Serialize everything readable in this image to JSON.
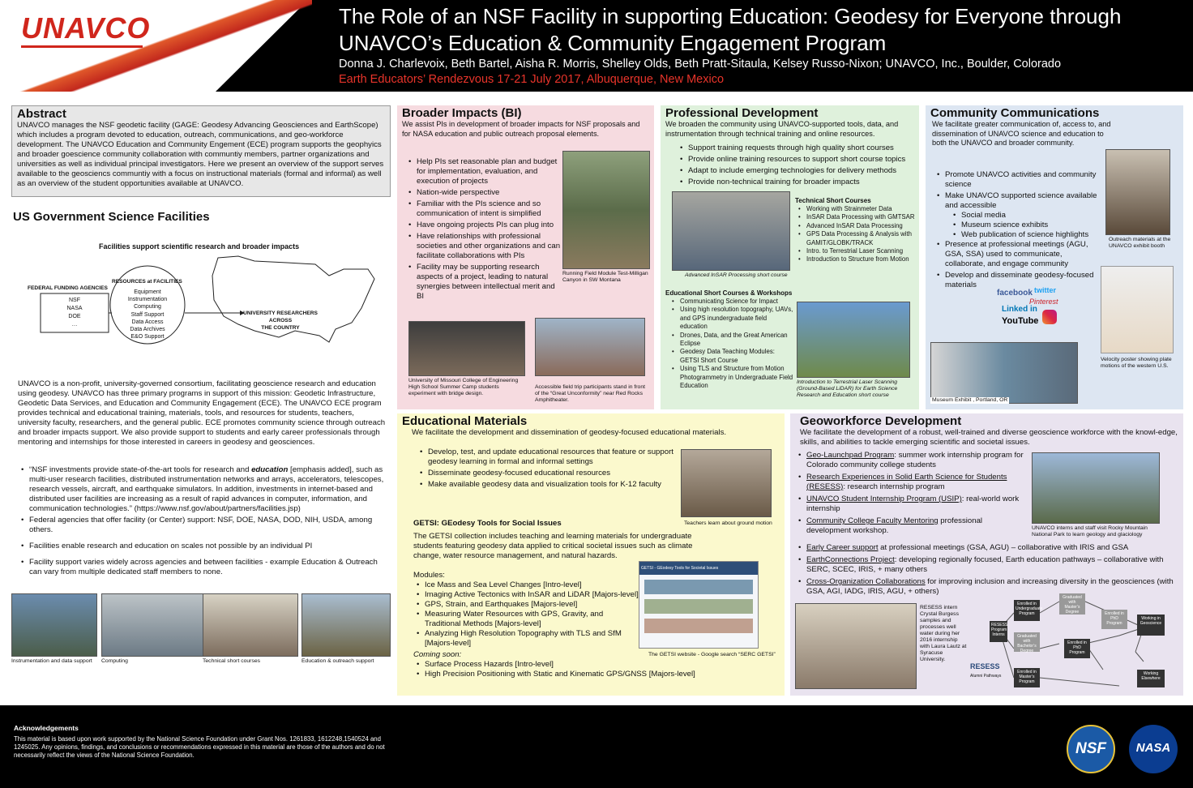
{
  "header": {
    "logo": "UNAVCO",
    "title_line1": "The Role of an NSF Facility in supporting Education: Geodesy for Everyone through",
    "title_line2": "UNAVCO’s Education & Community Engagement Program",
    "authors": "Donna J. Charlevoix, Beth Bartel, Aisha R. Morris, Shelley Olds, Beth Pratt-Sitaula, Kelsey Russo-Nixon; UNAVCO, Inc., Boulder, Colorado",
    "venue": "Earth Educators’ Rendezvous 17-21 July 2017, Albuquerque, New Mexico"
  },
  "abstract": {
    "title": "Abstract",
    "text": "UNAVCO manages the NSF geodetic facility (GAGE: Geodesy Advancing Geosciences and EarthScope) which includes a program devoted to education, outreach, communications, and geo-workforce development. The UNAVCO Education and Community Engement (ECE) program supports the geophyics and broader goescience community collaboration with communtiy members, partner organizations and universities as well as individual principal investigators.  Here we present an overview of the support serves available to the geosciencs communtiy with a focus on instructional materials (formal and informal) as well as an overview of the student opportunities available at UNAVCO."
  },
  "facilities": {
    "title": "US Government Science Facilities",
    "diagram_title": "Facilities support scientific research and broader impacts",
    "funding_label": "FEDERAL FUNDING AGENCIES",
    "agencies": [
      "NSF",
      "NASA",
      "DOE",
      "…"
    ],
    "resources_label": "RESOURCES at FACILITIES",
    "resources": [
      "Equipment",
      "Instrumentation",
      "Computing",
      "Staff Support",
      "Data Access",
      "Data Archives",
      "E&O Support"
    ],
    "researchers_line1": "UNIVERSITY RESEARCHERS ACROSS",
    "researchers_line2": "THE COUNTRY",
    "paragraph": "UNAVCO is a non-profit, university-governed consortium, facilitating geoscience research and education using geodesy. UNAVCO has three primary programs in support of this mission: Geodetic Infrastructure, Geodetic Data Services, and Education and Community Engagement (ECE). The UNAVCO ECE program provides technical and educational training, materials, tools, and resources for students, teachers, university faculty, researchers, and the general public. ECE promotes community science through outreach and broader impacts support. We also provide support to students and early career professionals through mentoring and internships for those interested in careers in geodesy and geosciences.",
    "quote_pre": "“NSF investments provide state-of-the-art tools for research and ",
    "quote_em": "education",
    "quote_post": " [emphasis added], such as multi-user research facilities, distributed instrumentation networks and arrays, accelerators, telescopes, research vessels, aircraft, and earthquake simulators. In addition, investments in internet-based and distributed user facilities are increasing as a result of rapid advances in computer, information, and communication technologies.” (https://www.nsf.gov/about/partners/facilities.jsp)",
    "bullet2": "Federal agencies that offer facility (or Center) support: NSF, DOE, NASA, DOD, NIH, USDA, among others.",
    "bullet3": "Facilities enable research and education on scales not possible by an individual PI",
    "bullet4": "Facility support varies widely across agencies and between facilities - example Education & Outreach can vary from multiple dedicated staff members to none.",
    "captions": [
      "Instrumentation and data support",
      "Computing",
      "Technical short courses",
      "Education & outreach support"
    ]
  },
  "bi": {
    "title": "Broader Impacts (BI)",
    "intro": "We assist PIs in development of broader impacts for NSF proposals and for NASA education and public outreach proposal elements.",
    "items": [
      "Help PIs set reasonable plan and budget for implementation, evaluation, and execution of projects",
      "Nation-wide perspective",
      "Familiar with the PIs science and so communication of intent is simplified",
      "Have ongoing projects PIs can plug into",
      "Have relationships with professional societies and other organizations and can facilitate collaborations with PIs",
      "Facility may be supporting research aspects of a project, leading to natural synergies between intellectual merit and BI"
    ],
    "cap_field": "Running Field Module Test-Milligan Canyon in SW Montana",
    "cap_missouri": "University of Missouri College of Engineering High School Summer Camp students experiment with bridge design.",
    "cap_redrocks": "Accessible field trip participants stand in front of the “Great Unconformity” near Red Rocks Amphitheater."
  },
  "pd": {
    "title": "Professional Development",
    "intro": "We broaden the community using UNAVCO-supported tools, data, and instrumentation through technical training and online resources.",
    "items": [
      "Support training requests through high quality short courses",
      "Provide online training resources to support short course topics",
      "Adapt to include emerging technologies for delivery methods",
      "Provide non-technical training for broader impacts"
    ],
    "tech_title": "Technical Short Courses",
    "tech_items": [
      "Working with Strainmeter Data",
      "InSAR Data Processing with GMTSAR",
      "Advanced InSAR Data Processing",
      "GPS Data Processing & Analysis with GAMIT/GLOBK/TRACK",
      "Intro. to Terrestrial Laser Scanning",
      "Introduction to Structure from Motion"
    ],
    "cap_insar": "Advanced InSAR Processing  short course",
    "edu_title": "Educational Short Courses & Workshops",
    "edu_items": [
      "Communicating Science for Impact",
      "Using high resolution topography, UAVs, and GPS inundergraduate field education",
      "Drones, Data, and the Great American Eclipse",
      "Geodesy Data Teaching Modules: GETSI Short Course",
      "Using TLS and Structure from Motion Photogrammetry in Undergraduate Field Education"
    ],
    "cap_tls": "Introduction to Terrestrial Laser Scanning (Ground-Based LiDAR) for Earth Science Research and Education short course"
  },
  "cc": {
    "title": "Community Communications",
    "intro": "We facilitate greater communication of, access to, and dissemination of UNAVCO science and education to both the UNAVCO and broader community.",
    "items": [
      "Promote UNAVCO activities and community science",
      "Make UNAVCO supported science available and accessible"
    ],
    "subitems": [
      "Social media",
      "Museum science exhibits",
      "Web publication of science highlights"
    ],
    "items2": [
      "Presence at professional meetings (AGU, GSA, SSA) used to communicate, collaborate, and engage community",
      "Develop and disseminate geodesy-focused materials"
    ],
    "cap_outreach": "Outreach materials at the UNAVCO exhibit booth",
    "cap_velocity": "Velocity poster showing  plate motions of the western U.S.",
    "cap_museum": "Museum Exhibit , Portland, OR",
    "social": [
      "facebook",
      "twitter",
      "Pinterest",
      "Linked in",
      "YouTube"
    ]
  },
  "em": {
    "title": "Educational Materials",
    "intro": "We facilitate the development and dissemination of geodesy-focused educational materials.",
    "items": [
      "Develop, test, and update educational resources that feature or support geodesy  learning in formal and informal settings",
      "Disseminate geodesy-focused educational resources",
      "Make available geodesy data and visualization tools for K-12 faculty"
    ],
    "cap_teachers": "Teachers learn about ground motion",
    "getsi_title": "GETSI: GEodesy Tools for Social Issues",
    "getsi_text": "The GETSI collection includes teaching and learning materials for undergraduate students featuring geodesy data applied to critical societal issues such as climate change, water resource management, and natural hazards.",
    "modules_label": "Modules:",
    "modules": [
      "Ice Mass and Sea Level Changes [Intro-level]",
      "Imaging Active Tectonics with InSAR and LiDAR [Majors-level]",
      "GPS, Strain, and Earthquakes [Majors-level]",
      "Measuring Water Resources with GPS, Gravity, and Traditional Methods [Majors-level]",
      "Analyzing High Resolution Topography with TLS and SfM [Majors-level]"
    ],
    "soon_label": "Coming soon:",
    "soon": [
      "Surface Process Hazards [Intro-level]",
      "High Precision Positioning with Static and Kinematic GPS/GNSS [Majors-level]"
    ],
    "web_title": "GETSI - GEodesy Tools for Societal Issues",
    "cap_getsi": "The GETSI website - Google search “SERC GETSI”"
  },
  "gw": {
    "title": "Geoworkforce Development",
    "intro": "We facilitate the development of a robust, well-trained and diverse geoscience workforce with the knowl-edge, skills, and abilities to tackle emerging scientific and societal issues.",
    "items": [
      {
        "link": "Geo-Launchpad Program",
        "text": ": summer work internship program for Colorado community college students"
      },
      {
        "link": "Research Experiences in Solid Earth Science for Students (RESESS)",
        "text": ": research internship program"
      },
      {
        "link": "UNAVCO Student Internship Program (USIP)",
        "text": ": real-world work internship"
      },
      {
        "link": "Community College Faculty Mentoring",
        "text": " professional development workshop."
      },
      {
        "link": "Early Career support",
        "text": " at professional meetings (GSA, AGU) – collaborative with IRIS and GSA"
      },
      {
        "link": "EarthConnections Project",
        "text": ": developing regionally focused, Earth education pathways – collaborative with SERC, SCEC, IRIS, + many others"
      },
      {
        "link": "Cross-Organization Collaborations",
        "text": " for improving inclusion and increasing diversity in the geosciences (with GSA, AGI, IADG, IRIS, AGU, + others)"
      }
    ],
    "cap_interns": "UNAVCO interns and staff visit Rocky Mountain National Park to learn geology and glaciology",
    "cap_resess": "RESESS intern Crystal Burgess samples and processes well water during her 2016 internship with Laura Lautz at Syracuse University.",
    "flow": [
      "RESESS Program Interns",
      "Enrolled in Undergraduate Program",
      "Graduated with Master’s Degree",
      "Enrolled in PhD Program",
      "Working in Geoscience",
      "Graduated with Bachelor’s Degree",
      "Enrolled in PhD Program",
      "Enrolled in Master’s Program",
      "Working Elsewhere"
    ],
    "resess_logo": "RESESS",
    "resess_sub": "Alumni Pathways"
  },
  "footer": {
    "ack_title": "Acknowledgements",
    "ack_text": "This material is based upon work supported by the National Science Foundation under Grant Nos. 1261833, 1612248,1540524 and 1245025. Any opinions, findings, and conclusions or recommendations expressed in this material are those of the authors and do not necessarily reflect the views of the National Science Foundation.",
    "nsf": "NSF",
    "nasa": "NASA"
  }
}
